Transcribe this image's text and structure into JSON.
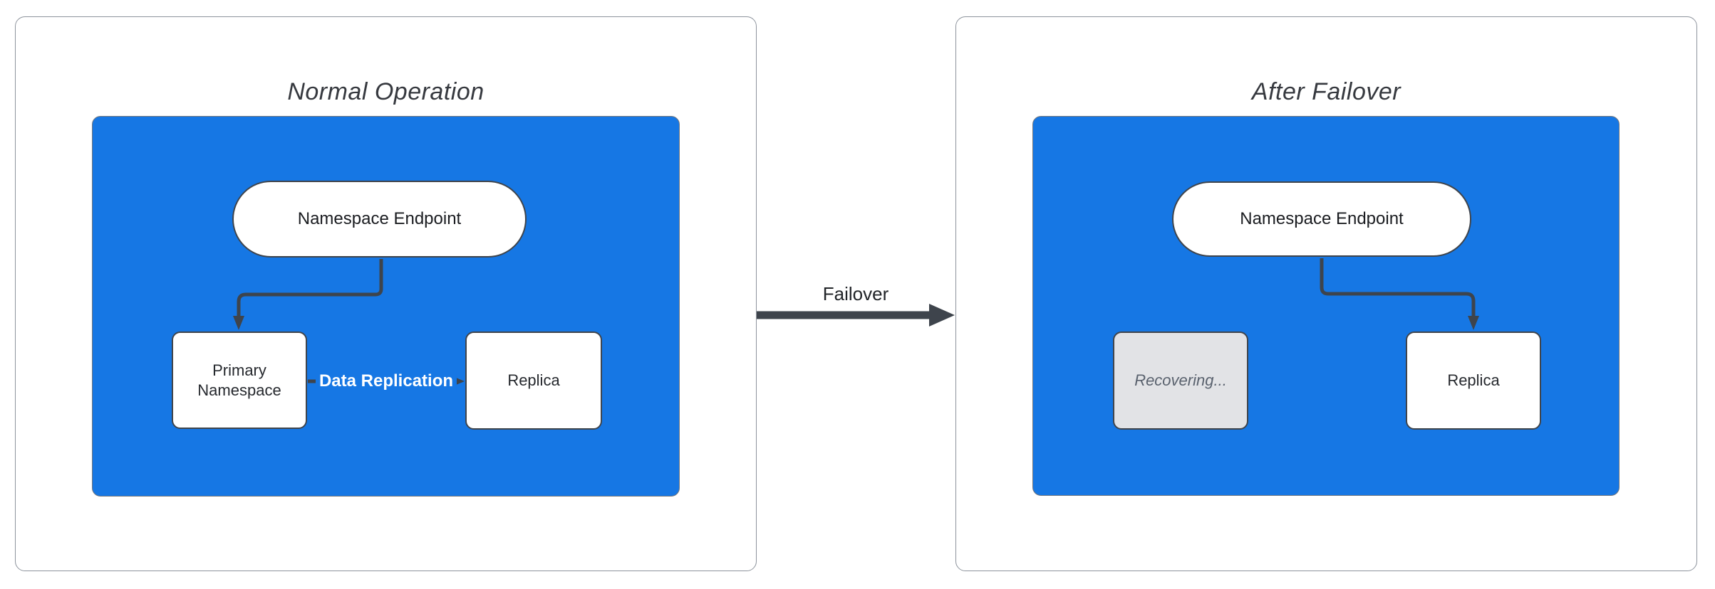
{
  "diagram": {
    "failover_arrow_label": "Failover",
    "normal_panel": {
      "title": "Normal Operation",
      "endpoint_label": "Namespace Endpoint",
      "primary_label": "Primary Namespace",
      "replica_label": "Replica",
      "replication_label": "Data Replication"
    },
    "after_panel": {
      "title": "After Failover",
      "endpoint_label": "Namespace Endpoint",
      "recovering_label": "Recovering...",
      "replica_label": "Replica"
    },
    "colors": {
      "container_blue": "#1677E4",
      "connector_dark": "#3E444C",
      "recovering_fill": "#E2E3E6",
      "recovering_text": "#5A626E",
      "panel_border": "#8D939C",
      "node_border": "#3F444B",
      "text_dark": "#1A1C20",
      "title_text": "#36393F"
    }
  }
}
